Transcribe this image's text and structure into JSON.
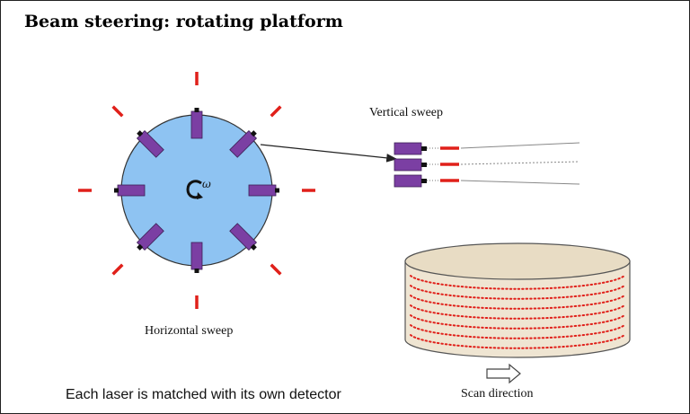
{
  "title": "Beam steering: rotating platform",
  "labels": {
    "horizontal_sweep": "Horizontal sweep",
    "vertical_sweep": "Vertical sweep",
    "scan_direction": "Scan direction",
    "note": "Each laser is matched with its own detector",
    "omega": "ω"
  },
  "platform": {
    "laser_count": 8
  },
  "vertical_stack": {
    "laser_count": 3
  },
  "cylinder": {
    "scan_line_count": 7
  },
  "colors": {
    "platform_fill": "#8ec3f2",
    "platform_stroke": "#333333",
    "laser_body": "#7b3fa3",
    "beam": "#e0201a",
    "cylinder_fill": "#efe5d2",
    "cylinder_stroke": "#555555"
  },
  "icons": {
    "rotation": "rotation-arrow-icon",
    "direction": "right-arrow-icon"
  }
}
